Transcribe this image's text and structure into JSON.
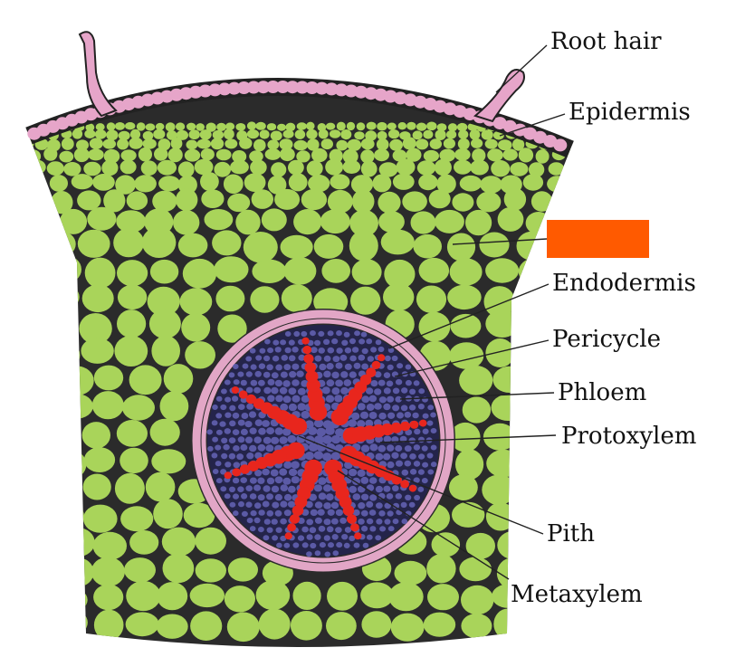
{
  "diagram": {
    "labels": {
      "root_hair": "Root  hair",
      "epidermis": "Epidermis",
      "endodermis": "Endodermis",
      "pericycle": "Pericycle",
      "phloem": "Phloem",
      "protoxylem": "Protoxylem",
      "pith": "Pith",
      "metaxylem": "Metaxylem"
    },
    "hidden_label_box": {
      "color": "#ff5a00"
    },
    "colors": {
      "cortex_cell": "#a9d45a",
      "cell_wall": "#1a1a1a",
      "epidermis": "#e6a5c9",
      "endodermis": "#e2a6c6",
      "phloem": "#5b5aa6",
      "phloem_dark": "#24244a",
      "xylem": "#e8261d",
      "leader_line": "#222222"
    }
  }
}
